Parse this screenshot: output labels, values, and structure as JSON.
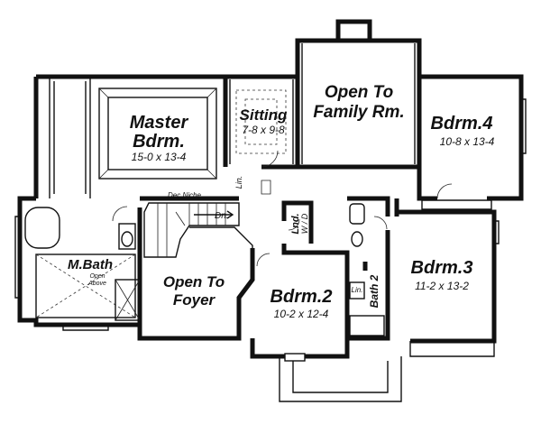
{
  "rooms": {
    "master": {
      "name_line1": "Master",
      "name_line2": "Bdrm.",
      "dims": "15-0 x 13-4"
    },
    "sitting": {
      "name": "Sitting",
      "dims": "7-8 x 9-8"
    },
    "family_open": {
      "line1": "Open To",
      "line2": "Family Rm."
    },
    "bdrm4": {
      "name": "Bdrm.4",
      "dims": "10-8 x 13-4"
    },
    "mbath": {
      "name": "M.Bath",
      "note_line1": "Open",
      "note_line2": "Above"
    },
    "foyer_open": {
      "line1": "Open To",
      "line2": "Foyer"
    },
    "bdrm2": {
      "name": "Bdrm.2",
      "dims": "10-2 x 12-4"
    },
    "bdrm3": {
      "name": "Bdrm.3",
      "dims": "11-2 x 13-2"
    },
    "bath2": {
      "name": "Bath 2"
    }
  },
  "labels": {
    "dec_niche": "Dec Niche",
    "down": "Dn.",
    "lin_1": "Lin.",
    "lin_2": "Lin.",
    "laundry": "Lnd.",
    "washer_dryer": "W / D"
  }
}
